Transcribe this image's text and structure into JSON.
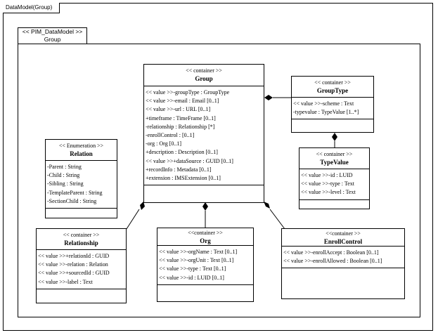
{
  "frame": {
    "title": "DataModel(Group)"
  },
  "package": {
    "stereotype": "<< PIM_DataModel >>",
    "name": "Group"
  },
  "classes": {
    "group": {
      "stereotype": "<< container >>",
      "name": "Group",
      "attributes": [
        "<< value >>-groupType : GroupType",
        "<< value >>-email : Email [0..1]",
        "<< value >>-url : URL [0..1]",
        "+timeframe : TimeFrame [0..1]",
        "-relationship : Relationship [*]",
        "-enrollControl : [0..1]",
        "-org : Org [0..1]",
        "+description : Description [0..1]",
        "<< value >>+dataSource : GUID [0..1]",
        "+recordInfo : Metadata [0..1]",
        "+extension : IMSExtension [0..1]"
      ]
    },
    "relation": {
      "stereotype": "<< Enumeration >>",
      "name": "Relation",
      "attributes": [
        "-Parent : String",
        "-Child : String",
        "-Sibling : String",
        "-TemplateParent : String",
        "-SectionChild : String"
      ]
    },
    "grouptype": {
      "stereotype": "<< container >>",
      "name": "GroupType",
      "attributes": [
        "<< value >>-scheme : Text",
        "-typevalue : TypeValue [1..*]"
      ]
    },
    "typevalue": {
      "stereotype": "<< container >>",
      "name": "TypeValue",
      "attributes": [
        "<< value >>-id : LUID",
        "<< value >>-type : Text",
        "<< value >>-level : Text"
      ]
    },
    "relationship": {
      "stereotype": "<< container >>",
      "name": "Relationship",
      "attributes": [
        "<< value >>+relationId : GUID",
        "<< value >>-relation : Relation",
        "<< value >>+sourcedId : GUID",
        "<< value >>-label : Text"
      ]
    },
    "org": {
      "stereotype": "<<container >>",
      "name": "Org",
      "attributes": [
        "<< value >>-orgName : Text [0..1]",
        "<< value >>-orgUnit : Text [0..1]",
        "<< value >>-type : Text [0..1]",
        "<< value >>-id : LUID [0..1]"
      ]
    },
    "enrollcontrol": {
      "stereotype": "<<container >>",
      "name": "EnrollControl",
      "attributes": [
        "<< value >>-enrollAccept : Boolean [0..1]",
        "<< value >>-enrollAllowed : Boolean [0..1]"
      ]
    }
  }
}
